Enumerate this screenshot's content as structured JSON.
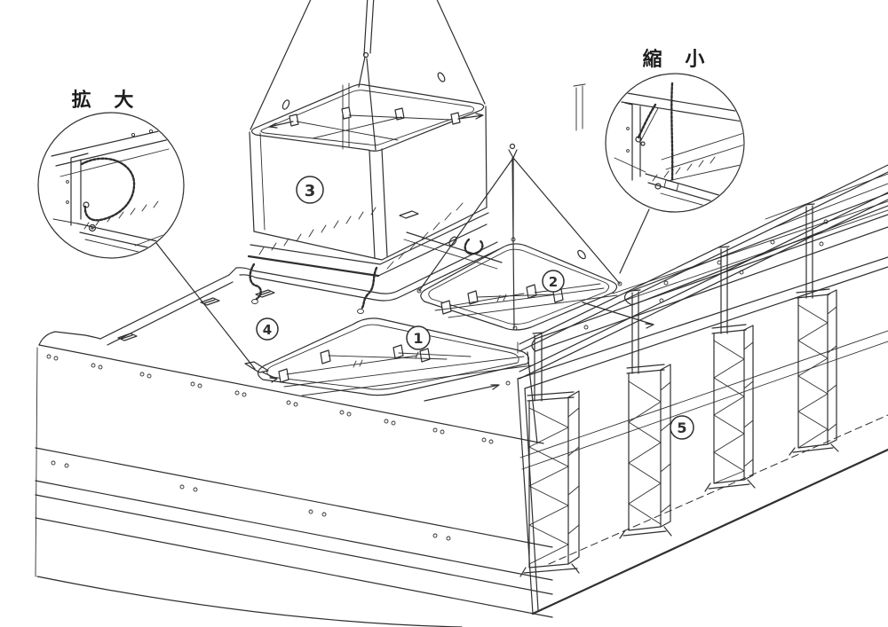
{
  "figure": {
    "paper_color": "#ffffff",
    "ink_color": "#2f2f2f",
    "type": "technical-line-drawing",
    "subject": "hatch-cover-lifting-diagram"
  },
  "callouts": {
    "enlarge": {
      "label": "拡 大"
    },
    "reduce": {
      "label": "縮 小"
    }
  },
  "markers": [
    {
      "number": "1"
    },
    {
      "number": "2"
    },
    {
      "number": "3"
    },
    {
      "number": "4"
    },
    {
      "number": "5"
    }
  ]
}
